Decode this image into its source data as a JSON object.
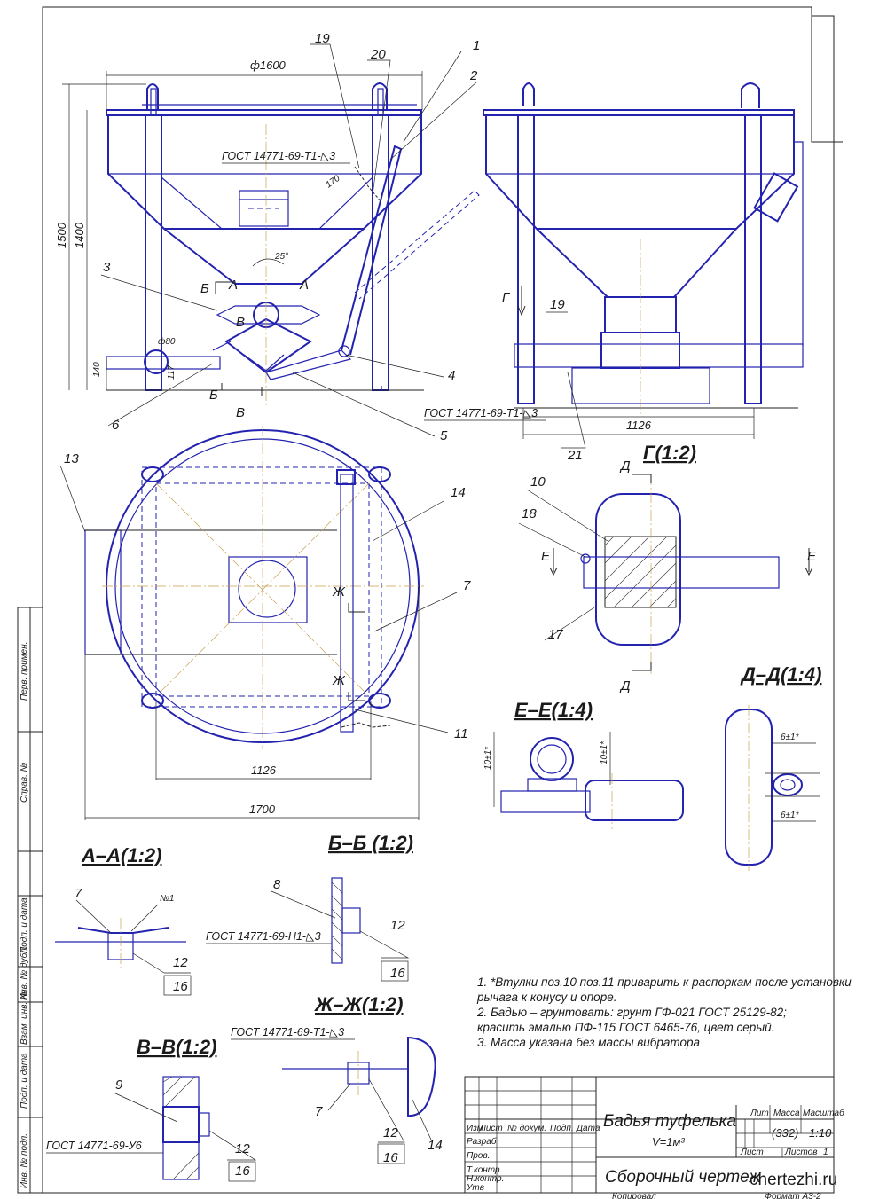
{
  "drawing": {
    "title": "Бадья туфелька",
    "volume": "V=1м³",
    "subtitle": "Сборочный чертеж",
    "mass": "(332)",
    "scale": "1:10",
    "sheet": "Лист",
    "sheets": "Листов",
    "sheets_value": "1",
    "copied": "Копировал",
    "format": "Формат А3-2",
    "watermark": "chertezhi.ru"
  },
  "title_block": {
    "col_headers": [
      "Изм",
      "Лист",
      "№ докум.",
      "Подп.",
      "Дата"
    ],
    "rows": [
      "Разраб",
      "Пров.",
      "Т.контр.",
      "",
      "Н.контр.",
      "Утв"
    ],
    "lit": "Лит",
    "massa": "Масса",
    "masshtab": "Масштаб"
  },
  "side_strip": [
    "Перв. примен.",
    "Справ. №",
    "Подп. и дата",
    "Инв. № дубл.",
    "Взам. инв. №",
    "Подп. и дата",
    "Инв. № подл."
  ],
  "dimensions": {
    "d1600": "ф1600",
    "h1500": "1500",
    "h1400": "1400",
    "angle25": "25°",
    "d80": "ф80",
    "h140": "140",
    "h117": "117",
    "d170": "170",
    "w1126_side": "1126",
    "w1126_plan": "1126",
    "w1700": "1700",
    "ee_10a": "10±1*",
    "ee_10b": "10±1*",
    "dd_6a": "6±1*",
    "dd_6b": "6±1*"
  },
  "callouts": {
    "c1": "1",
    "c2": "2",
    "c3": "3",
    "c4": "4",
    "c5": "5",
    "c6": "6",
    "c7_plan": "7",
    "c7_aa": "7",
    "c7_zz": "7",
    "c8": "8",
    "c9": "9",
    "c10": "10",
    "c11": "11",
    "c12_aa": "12",
    "c12_bb": "12",
    "c12_vv": "12",
    "c12_zz": "12",
    "c13": "13",
    "c14_plan": "14",
    "c14_zz": "14",
    "c16_aa": "16",
    "c16_bb": "16",
    "c16_vv": "16",
    "c16_zz": "16",
    "c17": "17",
    "c18": "18",
    "c19_front": "19",
    "c19_side": "19",
    "c20": "20",
    "c21": "21",
    "n1": "№1"
  },
  "section_marks": {
    "A1": "А",
    "A2": "А",
    "B1": "Б",
    "B2": "Б",
    "V1": "В",
    "V2": "В",
    "G": "Г",
    "D1": "Д",
    "D2": "Д",
    "E1": "Е",
    "E2": "Е",
    "Zh1": "Ж",
    "Zh2": "Ж"
  },
  "sections": {
    "aa": "А–А(1:2)",
    "bb": "Б–Б (1:2)",
    "vv": "В–В(1:2)",
    "zz": "Ж–Ж(1:2)",
    "g": "Г(1:2)",
    "ee": "Е–Е(1:4)",
    "dd": "Д–Д(1:4)"
  },
  "welds": {
    "w_front": "ГОСТ 14771-69-Т1-◺3",
    "w_side": "ГОСТ 14771-69-Т1-◺3",
    "w_bb": "ГОСТ 14771-69-Н1-◺3",
    "w_zz": "ГОСТ 14771-69-Т1-◺3",
    "w_vv": "ГОСТ 14771-69-У6"
  },
  "notes": [
    "1. *Втулки поз.10 поз.11 приварить к распоркам после установки",
    "рычага к конусу и опоре.",
    "2. Бадью  – грунтовать: грунт ГФ-021 ГОСТ 25129-82;",
    "красить эмалью ПФ-115 ГОСТ 6465-76, цвет серый.",
    "3. Масса указана без массы вибратора"
  ],
  "colors": {
    "line": "#2323b0",
    "ink": "#1a1a1a",
    "center": "#c8a050"
  }
}
